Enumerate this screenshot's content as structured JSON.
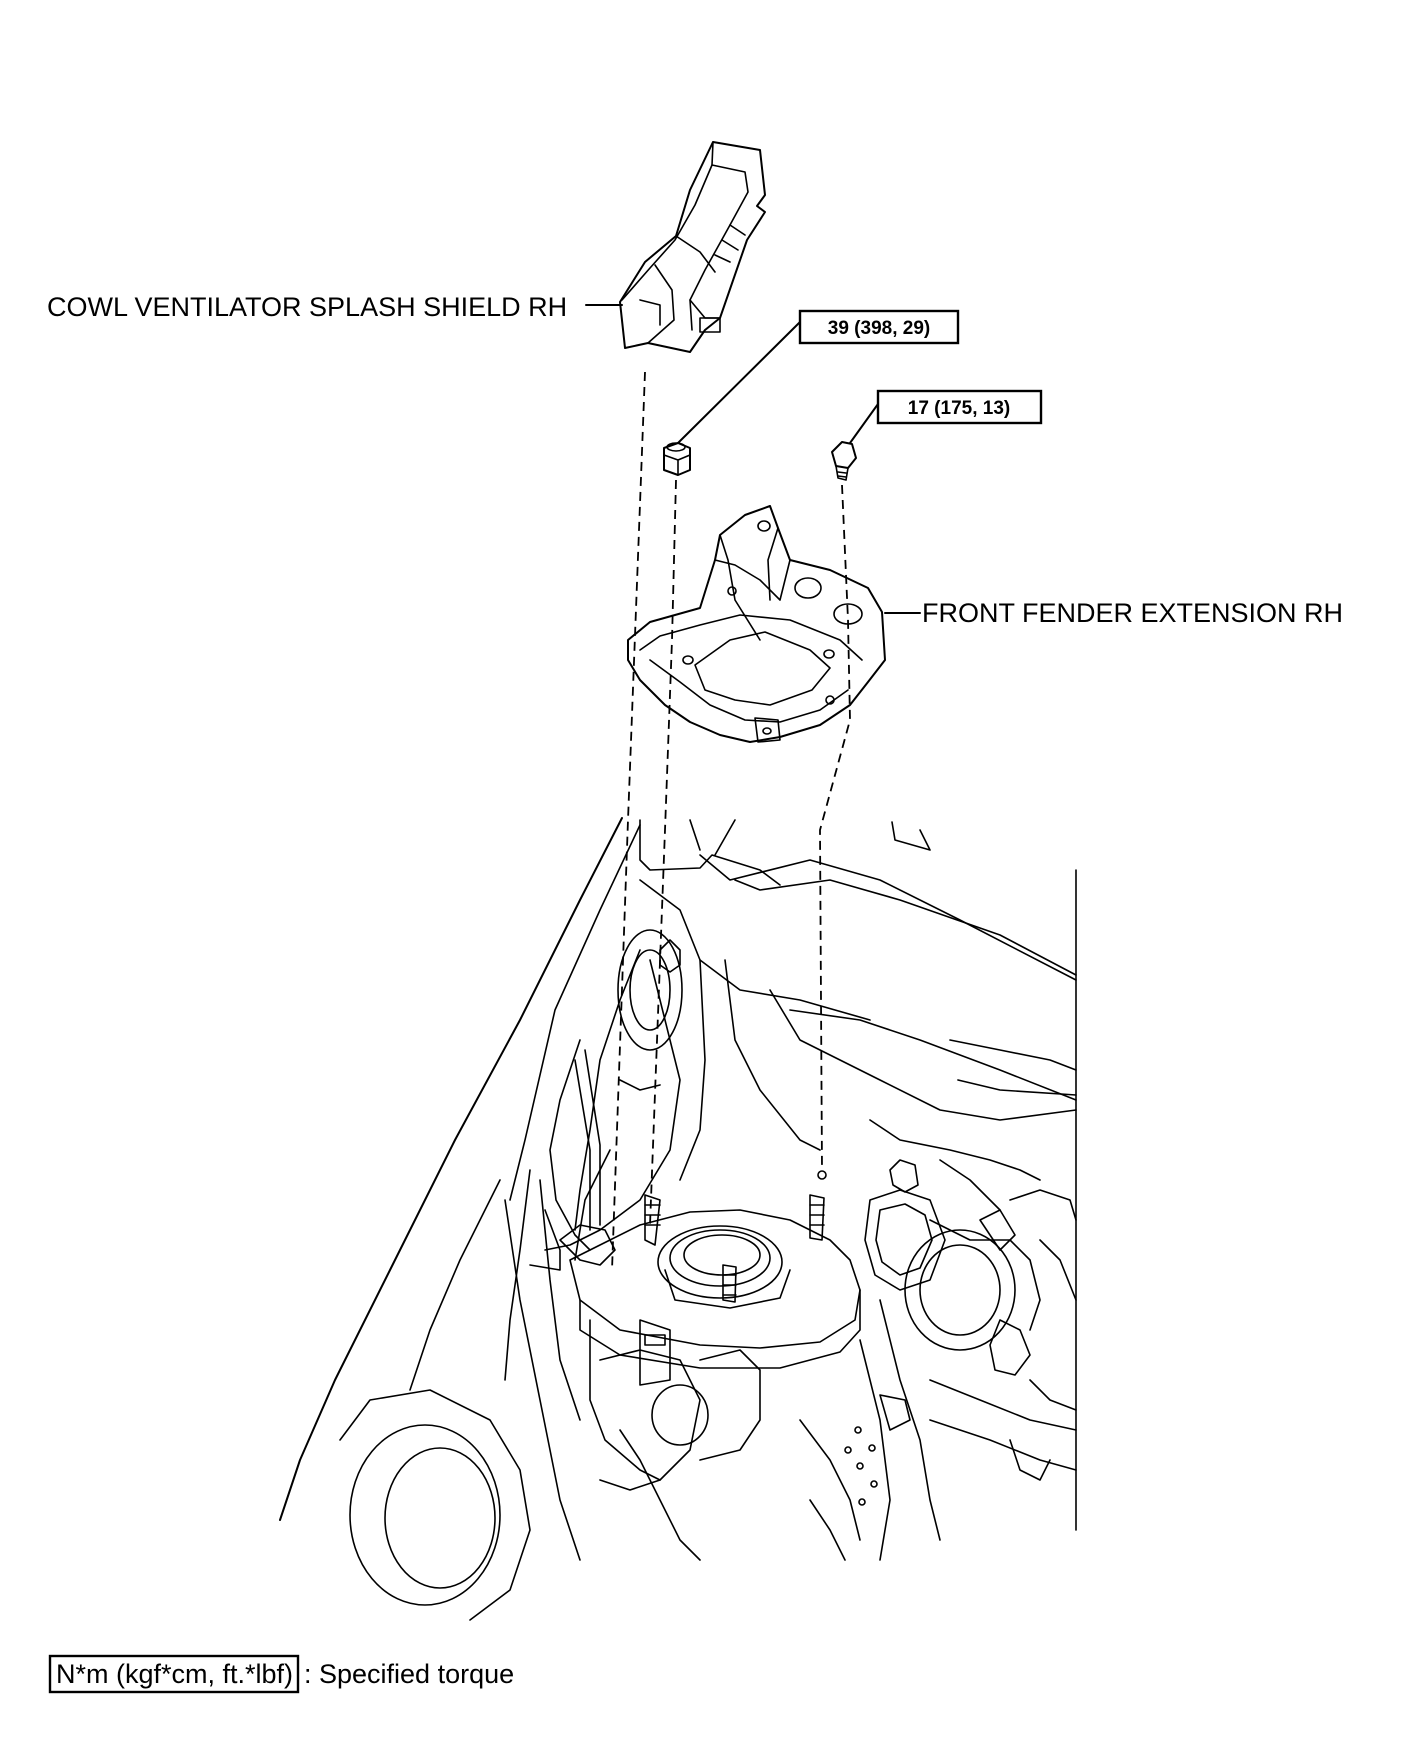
{
  "labels": {
    "cowl_shield": "COWL VENTILATOR SPLASH SHIELD RH",
    "fender_extension": "FRONT FENDER EXTENSION RH"
  },
  "torques": {
    "nut": "39 (398, 29)",
    "bolt": "17 (175, 13)"
  },
  "legend": {
    "unit_box": "N*m (kgf*cm, ft.*lbf)",
    "description": ": Specified torque"
  }
}
